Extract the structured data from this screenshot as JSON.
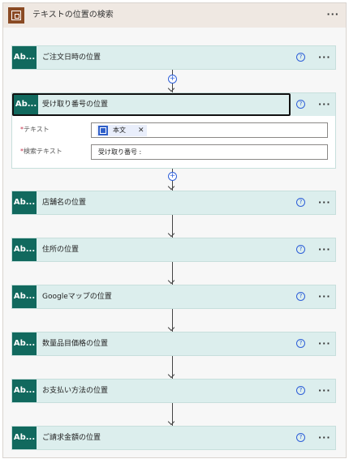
{
  "scope": {
    "title": "テキストの位置の検索",
    "icon": "scope-icon",
    "more_label": "···"
  },
  "actions": [
    {
      "abbr": "Ab...",
      "label": "ご注文日時の位置"
    },
    {
      "abbr": "Ab...",
      "label": "受け取り番号の位置"
    },
    {
      "abbr": "Ab...",
      "label": "店舗名の位置"
    },
    {
      "abbr": "Ab...",
      "label": "住所の位置"
    },
    {
      "abbr": "Ab...",
      "label": "Googleマップの位置"
    },
    {
      "abbr": "Ab...",
      "label": "数量品目価格の位置"
    },
    {
      "abbr": "Ab...",
      "label": "お支払い方法の位置"
    },
    {
      "abbr": "Ab...",
      "label": "ご請求金額の位置"
    }
  ],
  "expanded": {
    "text_field": {
      "required_mark": "*",
      "label": "テキスト",
      "token_label": "本文",
      "token_remove": "✕"
    },
    "search_field": {
      "required_mark": "*",
      "label": "検索テキスト",
      "value": "受け取り番号 :"
    }
  },
  "help_icon": "?",
  "more_label": "···",
  "plus_label": "+",
  "colors": {
    "action_accent": "#11695e",
    "action_bg": "#dceeed",
    "scope_accent": "#8a4a24",
    "link_blue": "#2e5fd8"
  }
}
